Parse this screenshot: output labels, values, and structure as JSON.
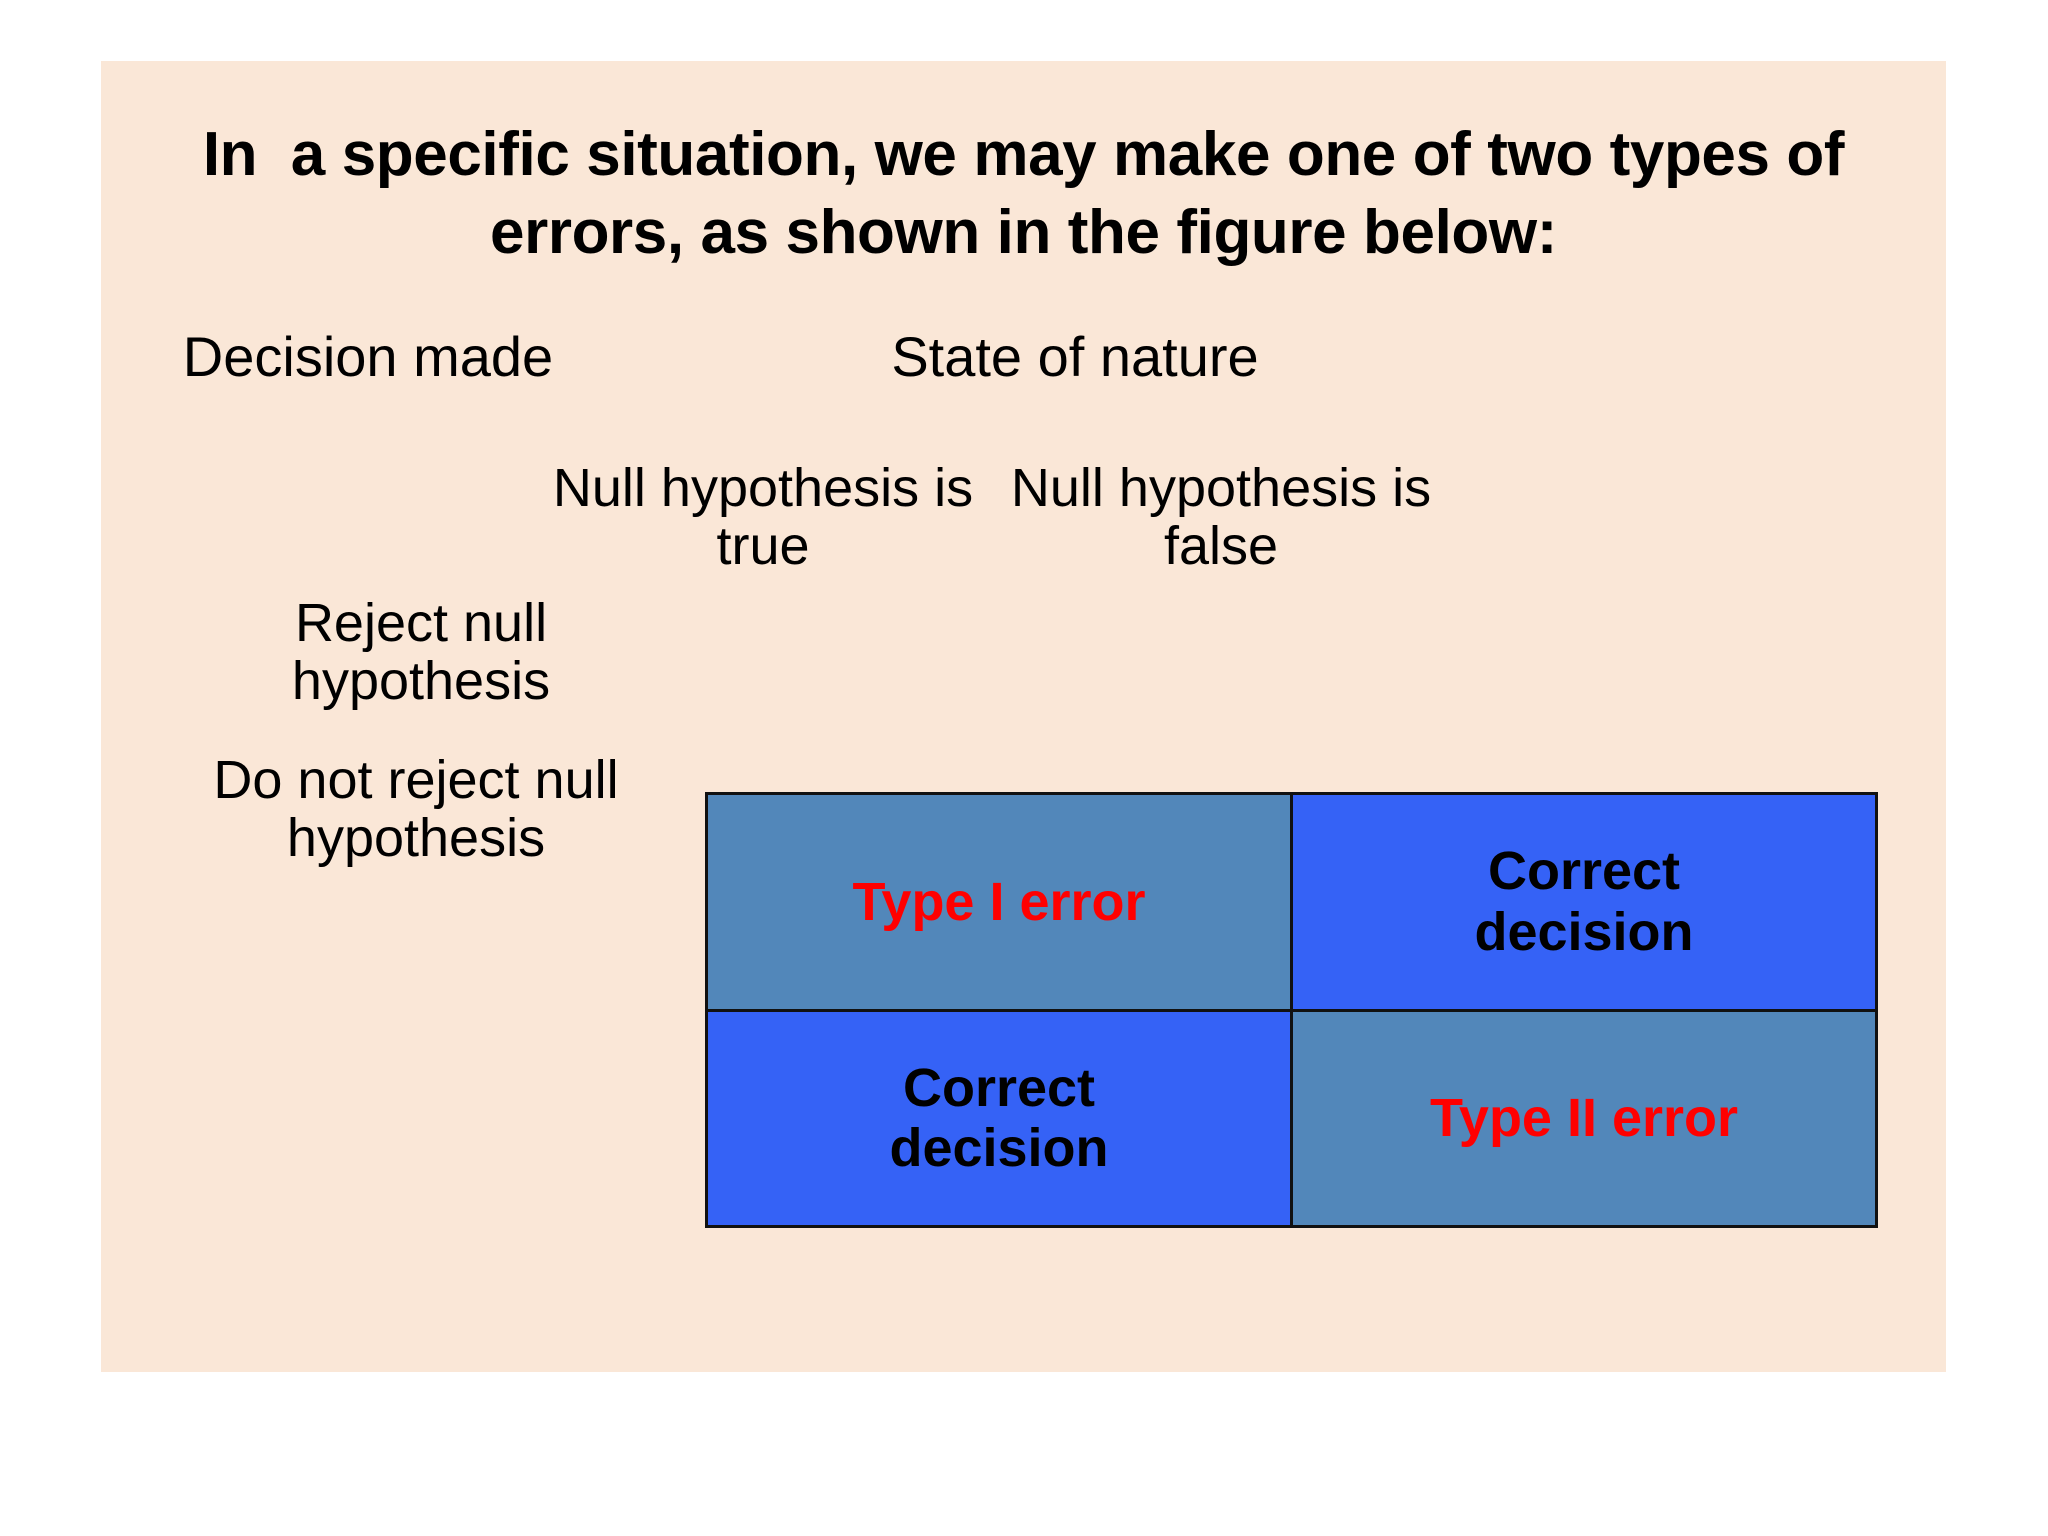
{
  "slide": {
    "background_color": "#FAE7D7",
    "title": "In  a specific situation, we may make one of two types of errors, as shown in the figure below:"
  },
  "headers": {
    "row_axis_title": "Decision made",
    "column_axis_title": "State of nature",
    "columns": [
      "Null hypothesis is\ntrue",
      "Null hypothesis is\nfalse"
    ],
    "rows": [
      "Reject null\nhypothesis",
      "Do not reject null\nhypothesis"
    ]
  },
  "matrix": {
    "cells": [
      [
        {
          "label": "Type I error",
          "kind": "error",
          "fill": "#5287BA",
          "text_color": "#FF0000"
        },
        {
          "label": "Correct\ndecision",
          "kind": "correct",
          "fill": "#3562F6",
          "text_color": "#000000"
        }
      ],
      [
        {
          "label": "Correct\ndecision",
          "kind": "correct",
          "fill": "#3562F6",
          "text_color": "#000000"
        },
        {
          "label": "Type II error",
          "kind": "error",
          "fill": "#5287BA",
          "text_color": "#FF0000"
        }
      ]
    ],
    "border_color": "#111111"
  },
  "colors": {
    "background": "#FAE7D7",
    "page": "#FFFFFF",
    "muted_blue": "#5287BA",
    "bright_blue": "#3562F6",
    "error_red": "#FF0000",
    "text_black": "#000000"
  }
}
